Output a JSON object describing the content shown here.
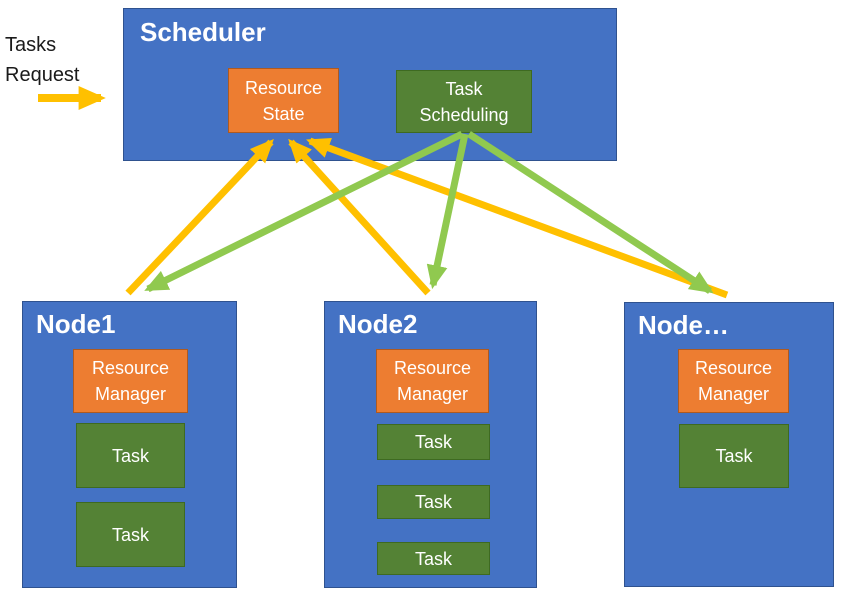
{
  "external": {
    "label": "Tasks Request"
  },
  "scheduler": {
    "title": "Scheduler",
    "resource_state_label": "Resource State",
    "task_scheduling_label": "Task Scheduling"
  },
  "nodes": [
    {
      "title": "Node1",
      "resource_manager_label": "Resource Manager",
      "tasks": [
        "Task",
        "Task"
      ]
    },
    {
      "title": "Node2",
      "resource_manager_label": "Resource Manager",
      "tasks": [
        "Task",
        "Task",
        "Task"
      ]
    },
    {
      "title": "Node…",
      "resource_manager_label": "Resource Manager",
      "tasks": [
        "Task"
      ]
    }
  ],
  "edges": [
    {
      "from": "tasks-request",
      "to": "scheduler",
      "color": "yellow"
    },
    {
      "from": "node1-resource-manager",
      "to": "resource-state",
      "color": "yellow"
    },
    {
      "from": "node2-resource-manager",
      "to": "resource-state",
      "color": "yellow"
    },
    {
      "from": "node3-resource-manager",
      "to": "resource-state",
      "color": "yellow"
    },
    {
      "from": "task-scheduling",
      "to": "node1",
      "color": "green"
    },
    {
      "from": "task-scheduling",
      "to": "node2",
      "color": "green"
    },
    {
      "from": "task-scheduling",
      "to": "node3",
      "color": "green"
    }
  ],
  "colors": {
    "container_blue": "#4472C4",
    "container_border": "#2F528F",
    "resource_orange": "#ED7D31",
    "resource_border": "#AE5A21",
    "task_green": "#548235",
    "task_border": "#3E6A21",
    "arrow_yellow": "#FFC000",
    "arrow_green": "#90C94F",
    "label_text": "#1A1A1A",
    "box_text": "#FFFFFF"
  }
}
